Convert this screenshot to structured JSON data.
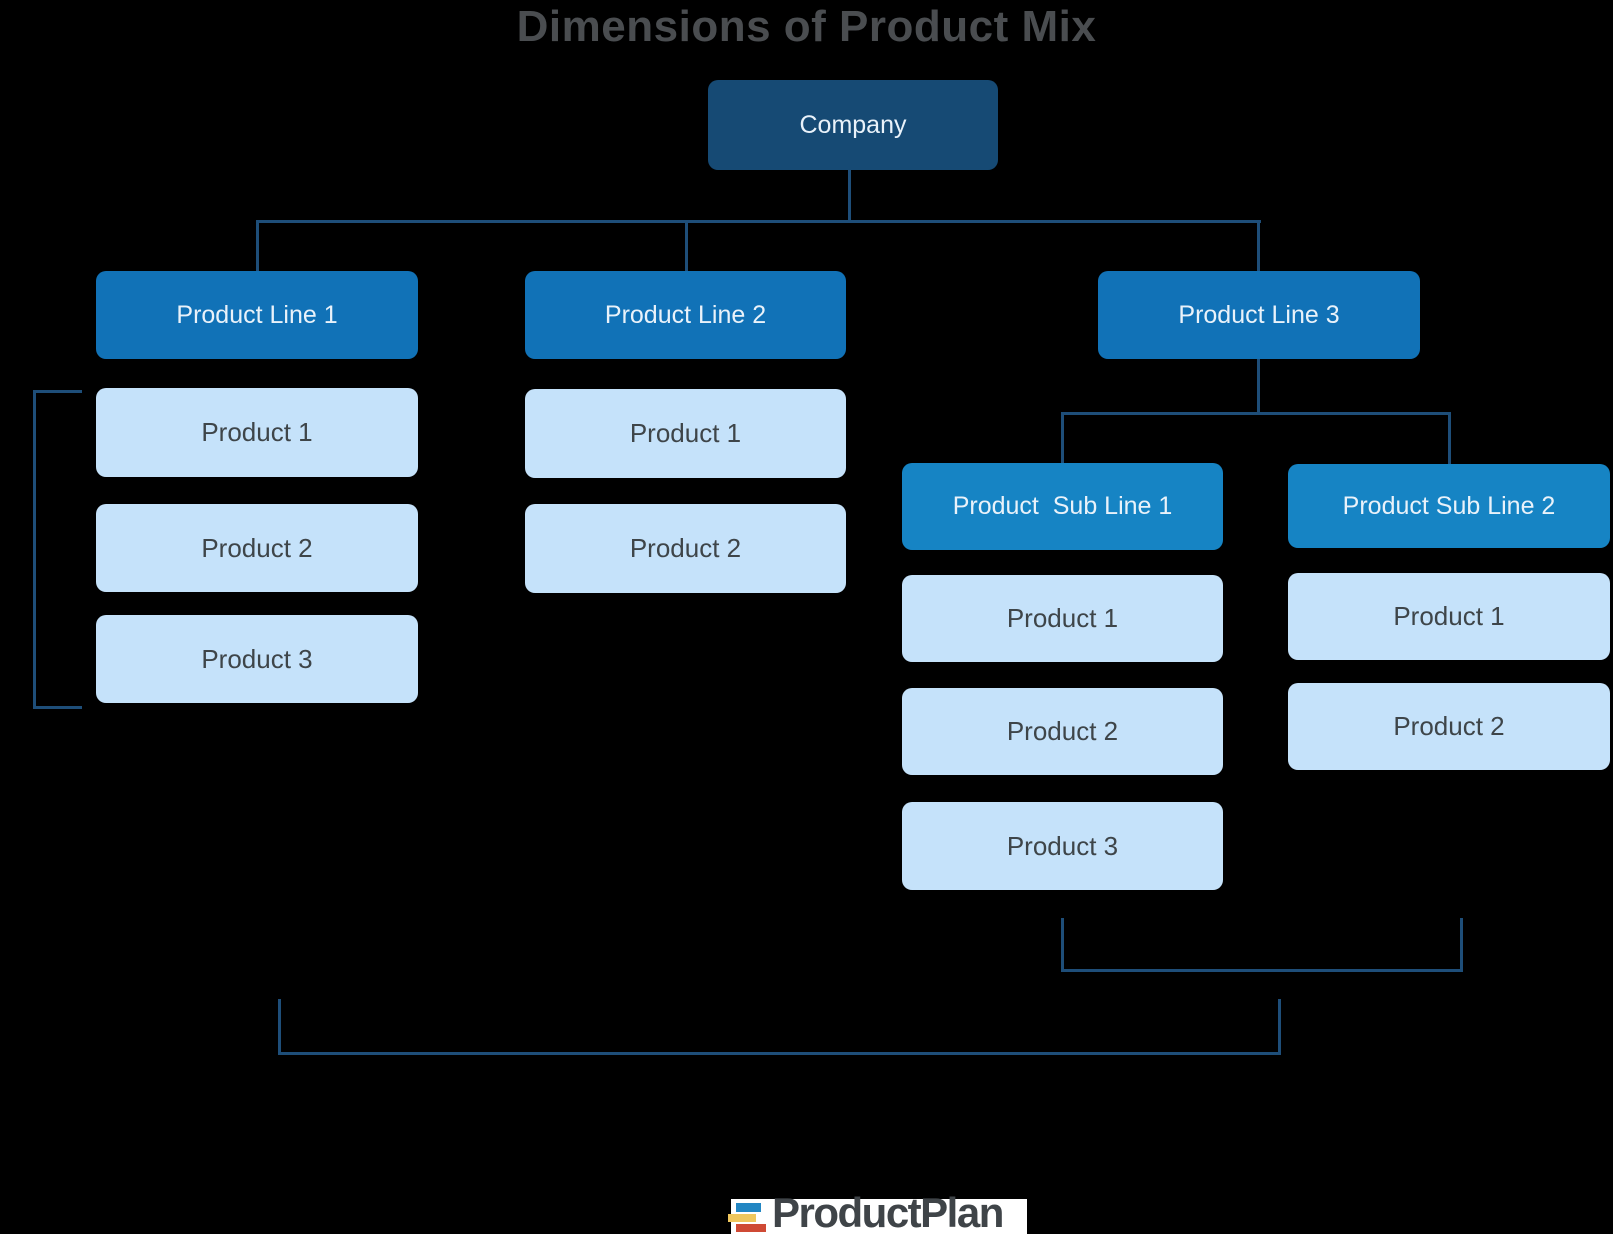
{
  "title": "Dimensions of Product Mix",
  "company": {
    "label": "Company"
  },
  "product_lines": [
    {
      "label": "Product Line 1",
      "products": [
        "Product 1",
        "Product 2",
        "Product 3"
      ]
    },
    {
      "label": "Product Line 2",
      "products": [
        "Product 1",
        "Product 2"
      ]
    },
    {
      "label": "Product Line 3",
      "products": []
    }
  ],
  "sub_lines": [
    {
      "label": "Product  Sub Line 1",
      "products": [
        "Product 1",
        "Product 2",
        "Product 3"
      ]
    },
    {
      "label": "Product Sub Line 2",
      "products": [
        "Product 1",
        "Product 2"
      ]
    }
  ],
  "logo": {
    "text": "ProductPlan"
  },
  "colors": {
    "background": "#000000",
    "company_box": "#164a74",
    "line_box": "#1172b7",
    "subline_box": "#1684c4",
    "product_box": "#c5e2fa",
    "connector": "#1e4e79",
    "title_text": "#4a4d50",
    "dark_box_text": "#e9f2fa",
    "light_box_text": "#3e4549",
    "logo_text": "#3f4448",
    "logo_blue": "#2286c3",
    "logo_yellow": "#efc75e",
    "logo_red": "#cf4a35"
  }
}
